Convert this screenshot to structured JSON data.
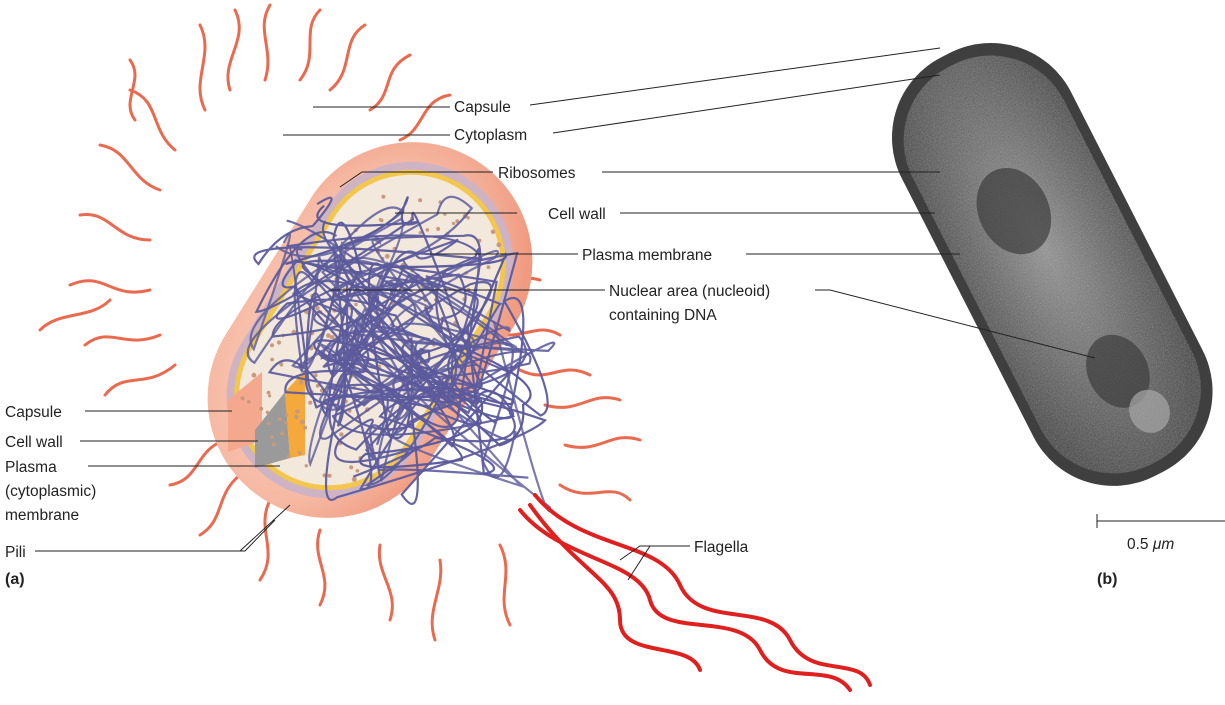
{
  "figure": {
    "panel_a": "(a)",
    "panel_b": "(b)"
  },
  "labels": {
    "capsule": "Capsule",
    "cytoplasm": "Cytoplasm",
    "ribosomes": "Ribosomes",
    "cell_wall": "Cell wall",
    "plasma_membrane": "Plasma membrane",
    "nucleoid_line1": "Nuclear area (nucleoid)",
    "nucleoid_line2": "containing DNA",
    "left_capsule": "Capsule",
    "left_cell_wall": "Cell wall",
    "left_plasma_line1": "Plasma",
    "left_plasma_line2": "(cytoplasmic)",
    "left_plasma_line3": "membrane",
    "pili": "Pili",
    "flagella": "Flagella"
  },
  "scale_bar": {
    "value": "0.5",
    "unit": "μm"
  },
  "colors": {
    "capsule": "#f6b9a3",
    "cell_wall": "#b9a2b8",
    "plasma_membrane": "#f3c64e",
    "cytoplasm": "#f2e8dc",
    "ribosome": "#c79a7d",
    "dna": "#5b5a9c",
    "pili": "#ea6a4f",
    "flagella": "#e01f1f",
    "micrograph": "#4a4a4a"
  }
}
